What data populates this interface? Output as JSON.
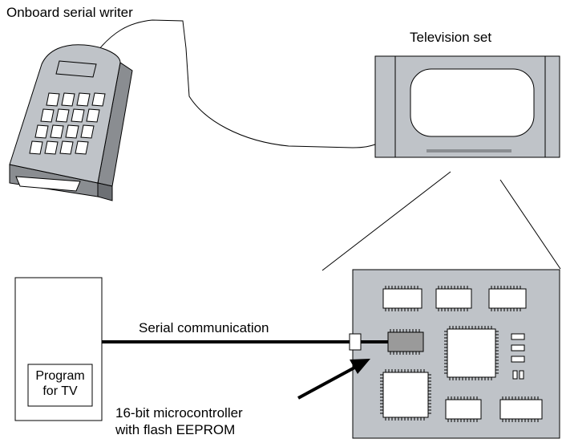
{
  "labels": {
    "writer": "Onboard serial writer",
    "tv": "Television set",
    "serial": "Serial communication",
    "program_line1": "Program",
    "program_line2": "for TV",
    "mcu_line1": "16-bit microcontroller",
    "mcu_line2": "with flash EEPROM"
  },
  "colors": {
    "body_gray": "#bfc3c8",
    "dark_gray": "#8a8d91",
    "chip_gray": "#9a9a9a",
    "stroke": "#000000"
  }
}
